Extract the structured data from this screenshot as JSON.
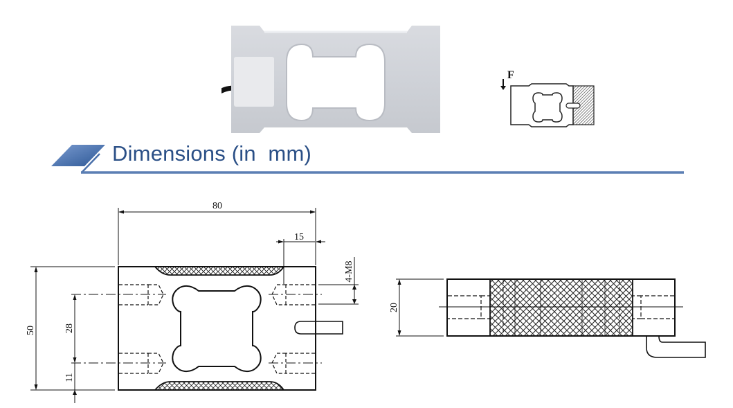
{
  "header": {
    "section_title": "Dimensions (in  mm)",
    "accent_color": "#3a64a0",
    "rule_color": "#5b7fb4"
  },
  "product_photo": {
    "description": "Aluminium single-point load cell with cable"
  },
  "load_schematic": {
    "force_label": "F",
    "arrow": "down-arrow"
  },
  "top_view": {
    "dim_length": "80",
    "dim_hole_offset": "15",
    "dim_thread": "4-M8",
    "dim_height": "50",
    "dim_hole_spacing": "28",
    "dim_edge_offset": "11"
  },
  "side_view": {
    "dim_thickness": "20"
  }
}
